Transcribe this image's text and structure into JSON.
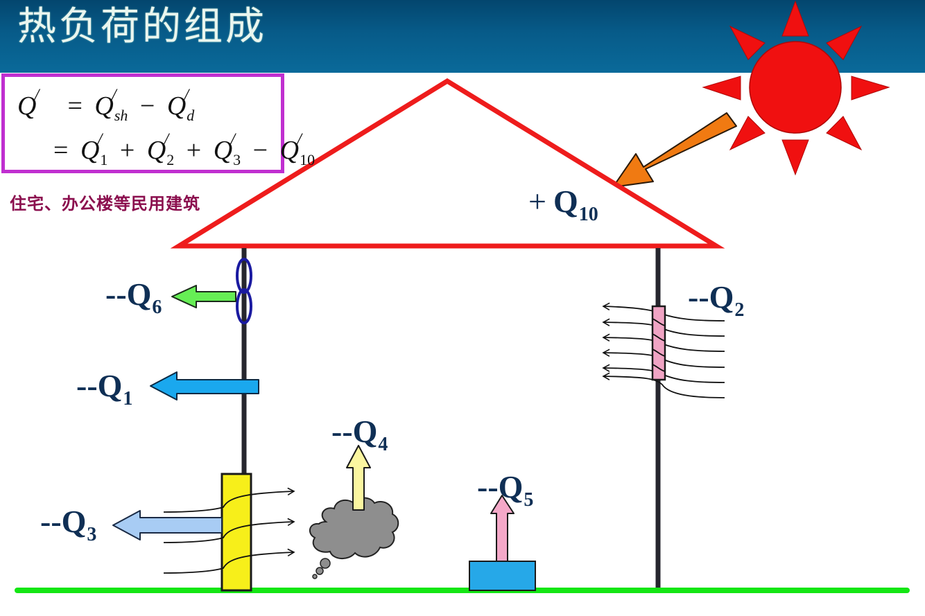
{
  "header": {
    "title": "热负荷的组成",
    "background_top": "#03466e",
    "background_bottom": "#0a6a9a"
  },
  "formula": {
    "line1": {
      "lhs": "Q",
      "lhs_prime": "/",
      "eq": "=",
      "t1": "Q",
      "t1_sub": "sh",
      "minus": "−",
      "t2": "Q",
      "t2_sub": "d"
    },
    "line2": {
      "eq": "=",
      "terms": [
        {
          "sym": "Q",
          "sub": "1",
          "op": "+"
        },
        {
          "sym": "Q",
          "sub": "2",
          "op": "+"
        },
        {
          "sym": "Q",
          "sub": "3",
          "op": "−"
        },
        {
          "sym": "Q",
          "sub": "10",
          "op": ""
        }
      ]
    },
    "prime": "/",
    "border_color": "#c02fd0"
  },
  "building_type": "住宅、办公楼等民用建筑",
  "labels": {
    "q10": {
      "sign": "+",
      "sym": "Q",
      "sub": "10"
    },
    "q6": {
      "prefix": "--",
      "sym": "Q",
      "sub": "6"
    },
    "q1": {
      "prefix": "--",
      "sym": "Q",
      "sub": "1"
    },
    "q2": {
      "prefix": "--",
      "sym": "Q",
      "sub": "2"
    },
    "q3": {
      "prefix": "--",
      "sym": "Q",
      "sub": "3"
    },
    "q4": {
      "prefix": "--",
      "sym": "Q",
      "sub": "4"
    },
    "q5": {
      "prefix": "--",
      "sym": "Q",
      "sub": "5"
    }
  },
  "colors": {
    "roof": "#ee1c1c",
    "sun": "#f01010",
    "sun_arrow": "#f07a12",
    "ground": "#14e614",
    "wall": "#26262e",
    "q6_arrow": "#66ee55",
    "q1_arrow": "#1aa8ee",
    "q3_arrow": "#a8ccf4",
    "q4_arrow": "#fbf6a0",
    "q5_arrow": "#f4a8c8",
    "door": "#f7ef1a",
    "window": "#f0a4c4",
    "cloud": "#8e8e8e",
    "appliance": "#26a8e8",
    "hinge": "#1a1aa0",
    "label_text": "#0f2f55"
  }
}
